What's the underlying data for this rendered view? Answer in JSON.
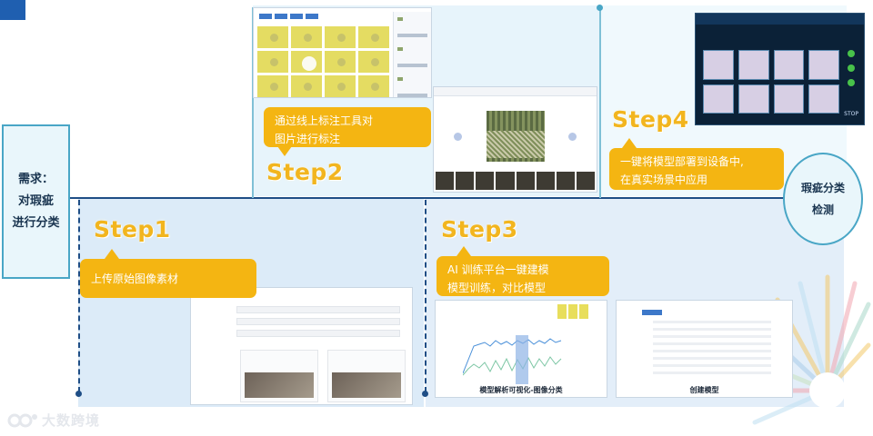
{
  "need": {
    "text": "需求：\n对瑕疵\n进行分类"
  },
  "goal": {
    "text": "瑕疵分类\n检测"
  },
  "steps": [
    {
      "title": "Step1",
      "callout": "上传原始图像素材"
    },
    {
      "title": "Step2",
      "callout": "通过线上标注工具对\n图片进行标注"
    },
    {
      "title": "Step3",
      "callout": "AI 训练平台一键建模\n模型训练，对比模型"
    },
    {
      "title": "Step4",
      "callout": "一键将模型部署到设备中,\n在真实场景中应用"
    }
  ],
  "screenshots": {
    "train_caption": "模型解析可视化-图像分类",
    "model_caption": "创建模型",
    "deploy_stop": "STOP"
  },
  "logo": {
    "text": "大数跨境"
  },
  "colors": {
    "accent": "#f4b512",
    "line": "#1f4e86",
    "border": "#49a6c6"
  }
}
